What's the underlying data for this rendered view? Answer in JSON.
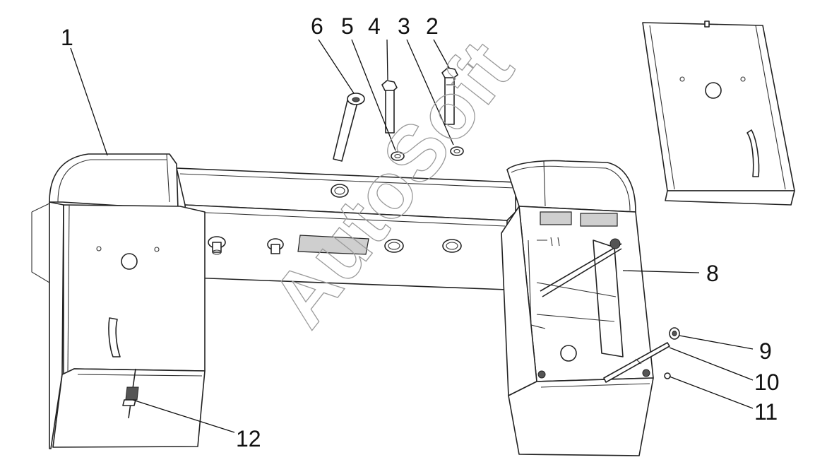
{
  "watermark": "AutoSoft",
  "callouts": [
    {
      "id": "1",
      "label": "1"
    },
    {
      "id": "2",
      "label": "2"
    },
    {
      "id": "3",
      "label": "3"
    },
    {
      "id": "4",
      "label": "4"
    },
    {
      "id": "5",
      "label": "5"
    },
    {
      "id": "6",
      "label": "6"
    },
    {
      "id": "8",
      "label": "8"
    },
    {
      "id": "9",
      "label": "9"
    },
    {
      "id": "10",
      "label": "10"
    },
    {
      "id": "11",
      "label": "11"
    },
    {
      "id": "12",
      "label": "12"
    }
  ]
}
